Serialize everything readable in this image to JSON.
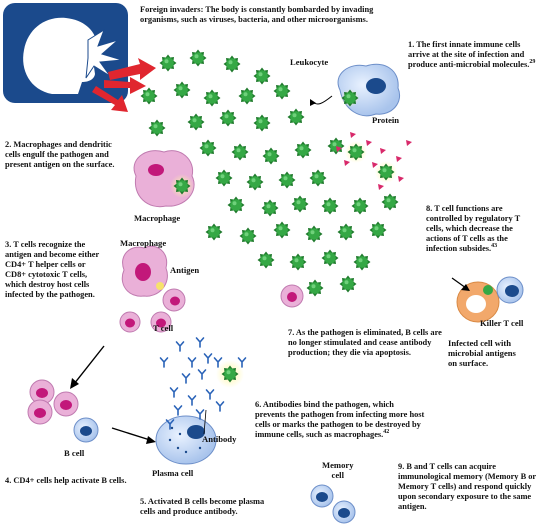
{
  "steps": {
    "intro": "Foreign invaders: The body is constantly bombarded by invading organisms, such as viruses, bacteria, and other microorganisms.",
    "step1": "1. The first innate immune cells arrive at the site of infection and produce anti-microbial molecules.",
    "step1_ref": "29",
    "step2": "2. Macrophages and dendritic cells engulf the pathogen and present antigen on the surface.",
    "step3": "3. T cells recognize the antigen and become either CD4+ T helper cells or CD8+ cytotoxic T cells, which destroy host cells infected by the pathogen.",
    "step4": "4. CD4+ cells help activate B cells.",
    "step5": "5. Activated B cells become plasma cells and produce antibody.",
    "step6": "6. Antibodies bind the pathogen, which prevents the pathogen from infecting more host cells or marks the pathogen to be destroyed by immune cells, such as macrophages.",
    "step6_ref": "42",
    "step7": "7. As the pathogen is eliminated, B cells are no longer stimulated and cease antibody production; they die via apoptosis.",
    "step8": "8. T cell functions are controlled by regulatory T cells, which decrease the actions of T cells as the infection subsides.",
    "step8_ref": "43",
    "step9": "9. B and T cells can acquire immunological memory (Memory B or Memory T cells) and respond quickly upon secondary exposure to the same antigen."
  },
  "labels": {
    "leukocyte": "Leukocyte",
    "protein": "Protein",
    "macrophage": "Macrophage",
    "macrophage2": "Macrophage",
    "antigen": "Antigen",
    "tcell": "T cell",
    "bcell": "B cell",
    "antibody": "Antibody",
    "plasma": "Plasma cell",
    "memory": "Memory\ncell",
    "killer": "Killer T cell",
    "infected": "Infected cell with\nmicrobial antigens\non surface."
  },
  "colors": {
    "pathogen": "#2e9e3e",
    "macrophage": "#e8a6d6",
    "nucleus": "#c2187a",
    "bcell": "#2f6fb5",
    "arrow": "#e0262f",
    "antibody": "#2a63b8"
  }
}
